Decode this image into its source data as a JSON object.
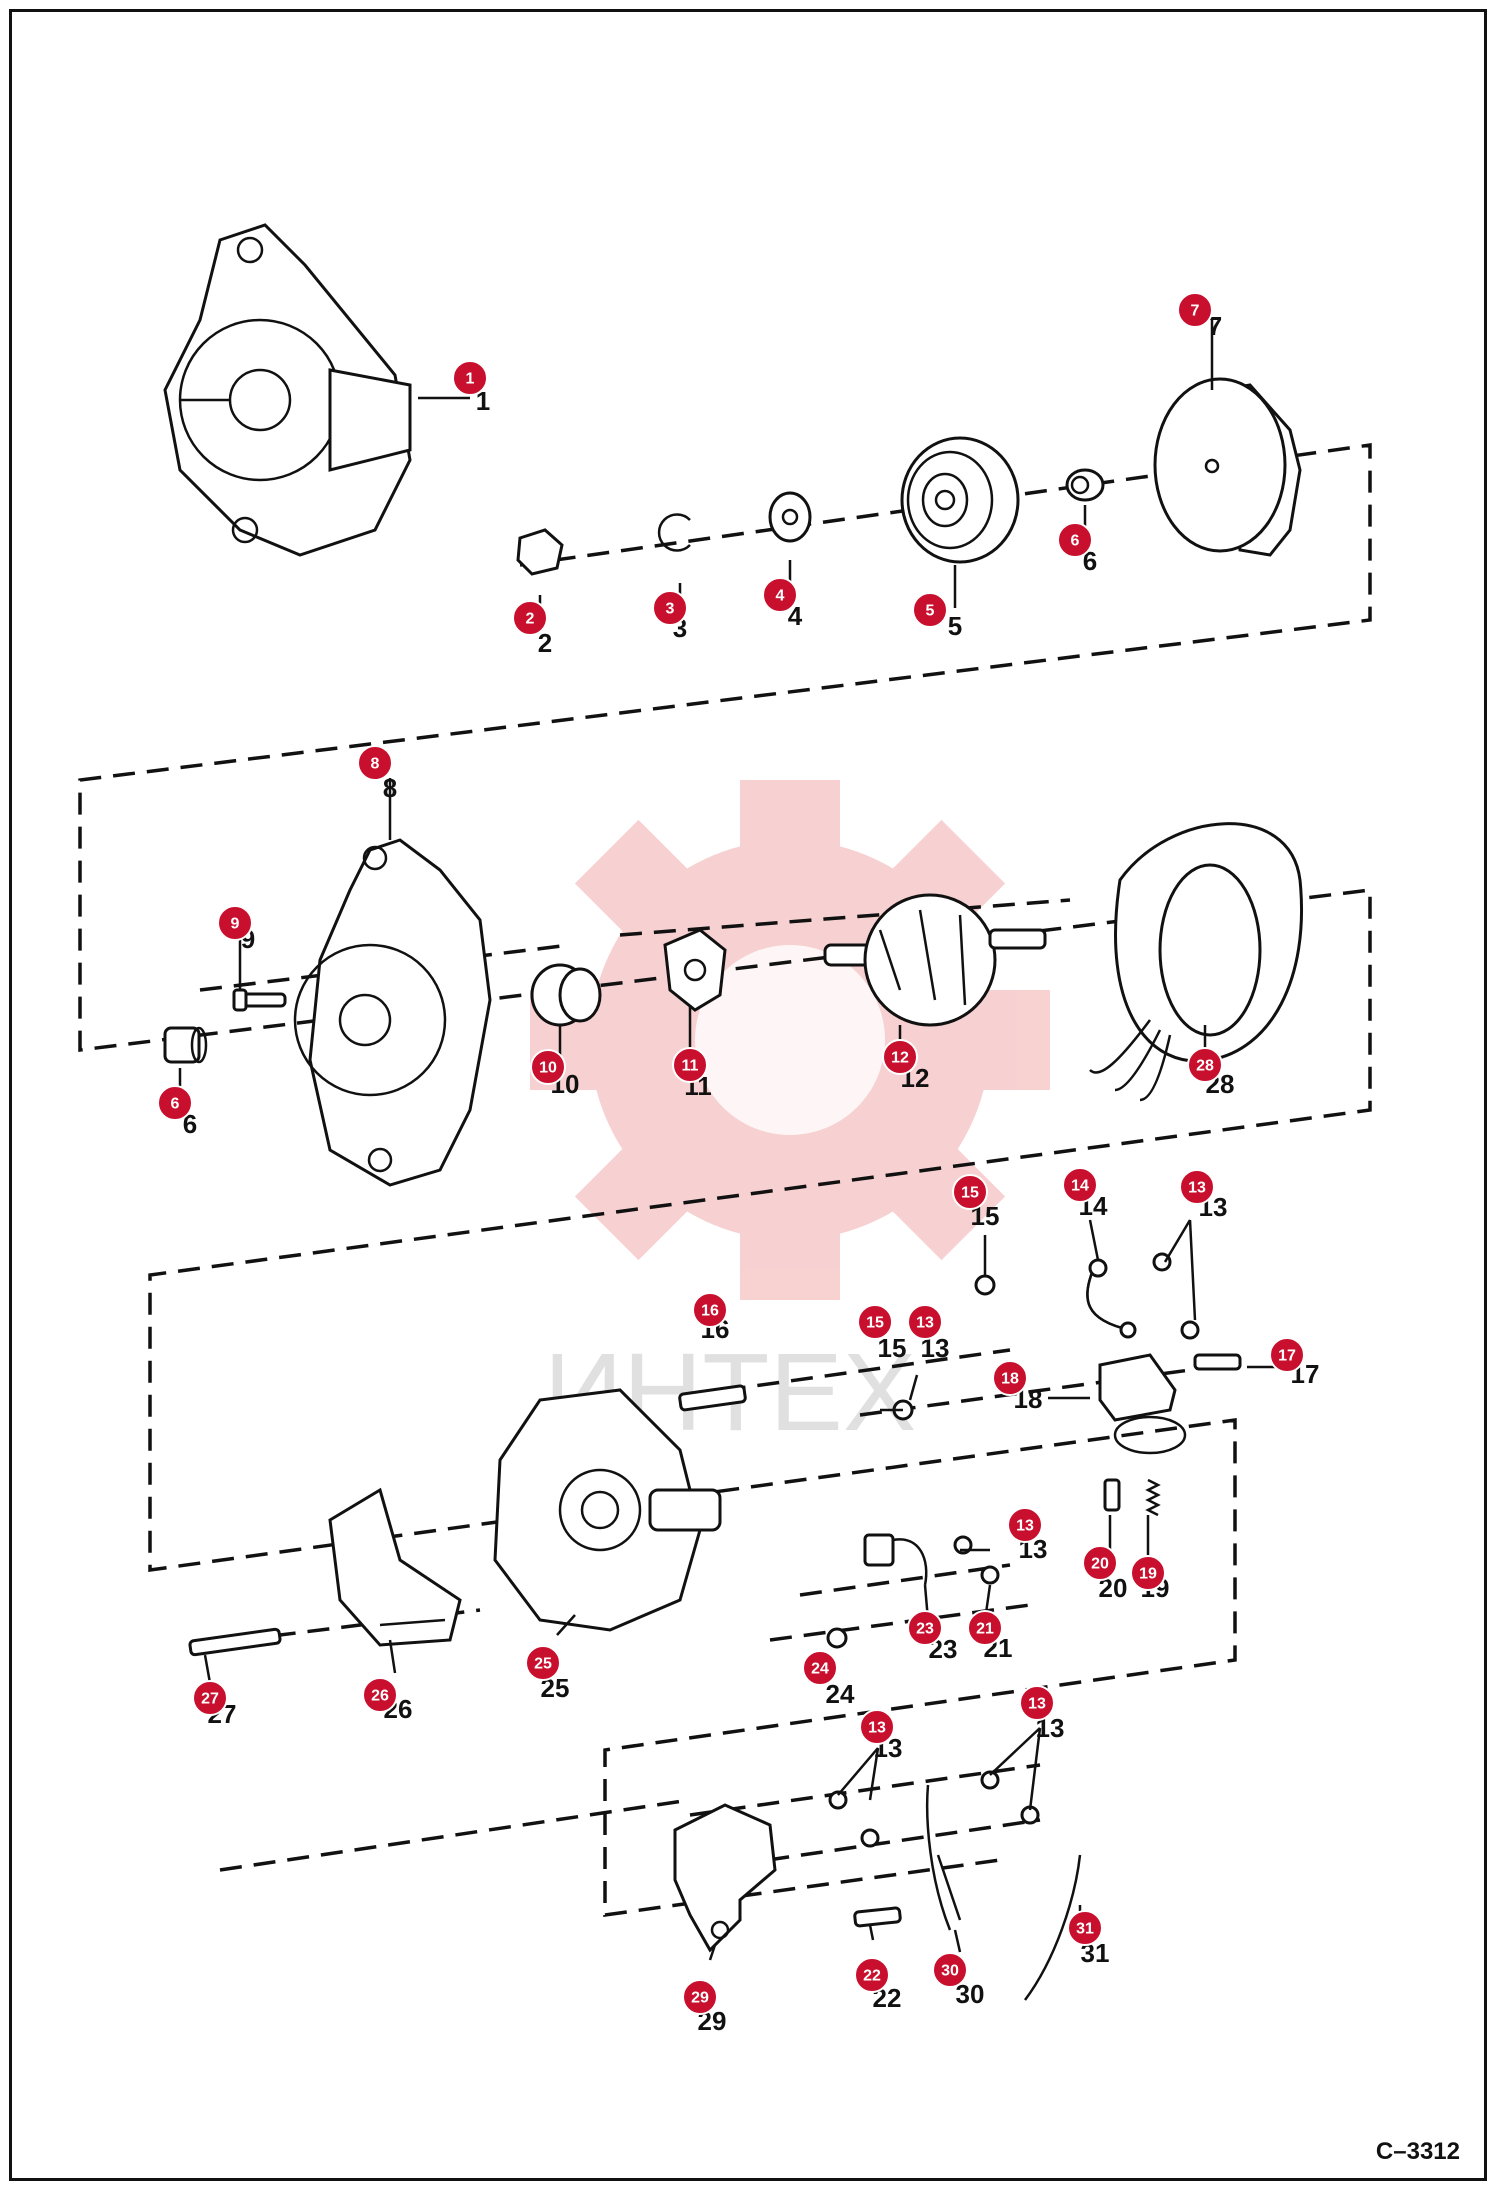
{
  "diagram_code": "C–3312",
  "watermark_text": "ИНТЕХ",
  "colors": {
    "callout": "#c8102e",
    "watermark": "#f5c2c2",
    "ink": "#111111"
  },
  "callouts": [
    {
      "n": "1"
    },
    {
      "n": "2"
    },
    {
      "n": "3"
    },
    {
      "n": "4"
    },
    {
      "n": "5"
    },
    {
      "n": "6"
    },
    {
      "n": "7"
    },
    {
      "n": "8"
    },
    {
      "n": "9"
    },
    {
      "n": "10"
    },
    {
      "n": "11"
    },
    {
      "n": "12"
    },
    {
      "n": "6"
    },
    {
      "n": "28"
    },
    {
      "n": "15"
    },
    {
      "n": "14"
    },
    {
      "n": "13"
    },
    {
      "n": "16"
    },
    {
      "n": "15"
    },
    {
      "n": "13"
    },
    {
      "n": "18"
    },
    {
      "n": "17"
    },
    {
      "n": "13"
    },
    {
      "n": "20"
    },
    {
      "n": "19"
    },
    {
      "n": "23"
    },
    {
      "n": "21"
    },
    {
      "n": "24"
    },
    {
      "n": "25"
    },
    {
      "n": "26"
    },
    {
      "n": "27"
    },
    {
      "n": "13"
    },
    {
      "n": "13"
    },
    {
      "n": "31"
    },
    {
      "n": "29"
    },
    {
      "n": "22"
    },
    {
      "n": "30"
    }
  ],
  "labels": [
    "1",
    "2",
    "3",
    "4",
    "5",
    "6",
    "7",
    "8",
    "9",
    "10",
    "11",
    "12",
    "6",
    "28",
    "15",
    "14",
    "13",
    "16",
    "15",
    "13",
    "18",
    "17",
    "13",
    "20",
    "19",
    "23",
    "21",
    "24",
    "25",
    "26",
    "27",
    "13",
    "13",
    "31",
    "29",
    "22",
    "30"
  ]
}
